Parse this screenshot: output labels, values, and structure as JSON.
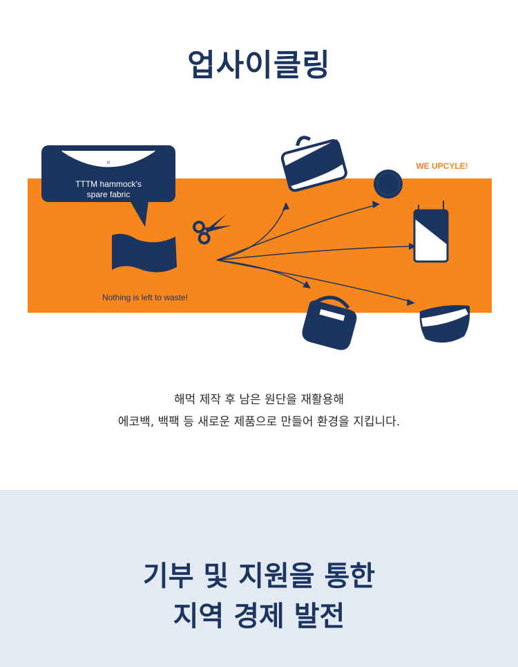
{
  "page": {
    "title": "업사이클링"
  },
  "illustration": {
    "bubble_line1": "TTTM hammock's",
    "bubble_line2": "spare fabric",
    "nothing_wasted": "Nothing is left to waste!",
    "we_upcycle": "WE UPCYLE!",
    "items": [
      "tote-bag",
      "coaster",
      "phone-pouch",
      "shoulder-bag",
      "pouch"
    ],
    "colors": {
      "orange": "#f7871d",
      "navy": "#1b3460",
      "white": "#ffffff"
    }
  },
  "caption": {
    "line1": "해먹 제작 후 남은 원단을 재활용해",
    "line2": "에코백, 백팩 등 새로운 제품으로 만들어 환경을 지킵니다."
  },
  "section2": {
    "title_line1": "기부 및 지원을 통한",
    "title_line2": "지역 경제 발전"
  }
}
